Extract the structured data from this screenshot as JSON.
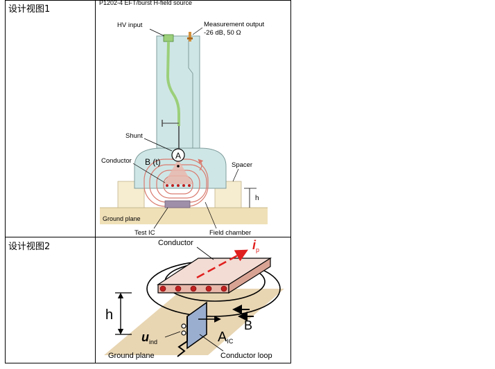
{
  "table": {
    "row1_label": "设计视图1",
    "row2_label": "设计视图2"
  },
  "figure1": {
    "title": "P1202-4 EFT/burst H-field source",
    "hv_input": "HV input",
    "measurement_output_line1": "Measurement output",
    "measurement_output_line2": "-26 dB, 50 Ω",
    "shunt": "Shunt",
    "conductor": "Conductor",
    "b_field": "B (t)",
    "ammeter": "A",
    "spacer": "Spacer",
    "h": "h",
    "ground_plane": "Ground plane",
    "test_ic": "Test IC",
    "field_chamber": "Field chamber"
  },
  "figure2": {
    "conductor": "Conductor",
    "current_symbol": "i",
    "current_sub": "p",
    "h": "h",
    "b": "B",
    "voltage_symbol": "u",
    "voltage_sub": "ind",
    "area_symbol": "A",
    "area_sub": "IC",
    "ground_plane": "Ground plane",
    "conductor_loop": "Conductor loop"
  },
  "colors": {
    "housing": "#cfe6e6",
    "cable": "#9bcf7a",
    "field_lines": "#d97a6e",
    "ground": "#f0e0b8",
    "spacer": "#f6edd0",
    "current_arrow": "#e0201e"
  }
}
